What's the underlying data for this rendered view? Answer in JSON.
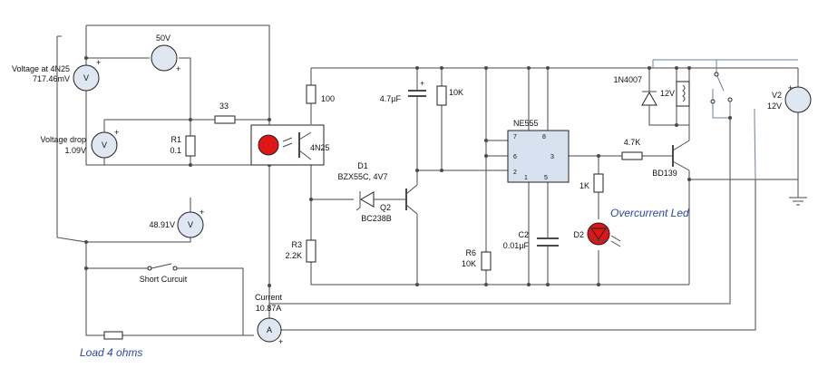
{
  "labels": {
    "v_4n25_name": "Voltage at 4N25",
    "v_4n25_value": "717.46mV",
    "src_50v": "50V",
    "v_drop_name": "Voltage drop",
    "v_drop_value": "1.09V",
    "r1_name": "R1",
    "r1_value": "0.1",
    "r33": "33",
    "r100": "100",
    "opto": "4N25",
    "d1_name": "D1",
    "d1_value": "BZX55C, 4V7",
    "q2_name": "Q2",
    "q2_value": "BC238B",
    "r3_name": "R3",
    "r3_value": "2.2K",
    "v_4891": "48.91V",
    "short_circuit": "Short Curcuit",
    "current_name": "Current",
    "current_value": "10.87A",
    "load": "Load 4 ohms",
    "c47": "4.7µF",
    "r10k_top": "10K",
    "ne555": "NE555",
    "r6_name": "R6",
    "r6_value": "10K",
    "c2_name": "C2",
    "c2_value": "0.01µF",
    "r47k": "4.7K",
    "r1k": "1K",
    "d2": "D2",
    "overcurrent": "Overcurrent Led",
    "bd139": "BD139",
    "d1n4007": "1N4007",
    "relay12": "12V",
    "v2_name": "V2",
    "v2_value": "12V",
    "pin7": "7",
    "pin8": "8",
    "pin6": "6",
    "pin3": "3",
    "pin2": "2",
    "pin1": "1",
    "pin5": "5",
    "meter_v": "V",
    "meter_a": "A",
    "plus": "+"
  }
}
